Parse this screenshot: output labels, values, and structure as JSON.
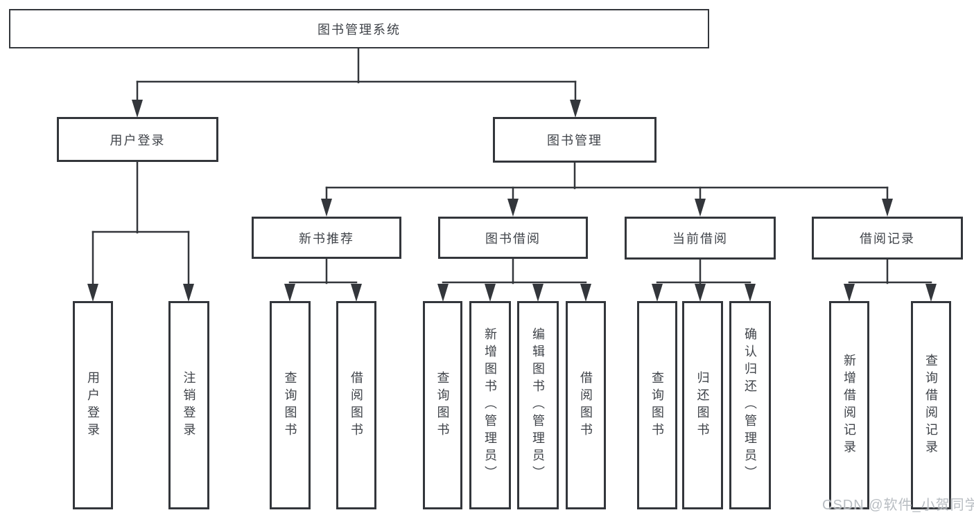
{
  "diagram_type": "tree",
  "root": {
    "label": "图书管理系统"
  },
  "branches": [
    {
      "label": "用户登录",
      "leaves": [
        {
          "label": "用户登录"
        },
        {
          "label": "注销登录"
        }
      ]
    },
    {
      "label": "图书管理",
      "sections": [
        {
          "label": "新书推荐",
          "leaves": [
            {
              "label": "查询图书"
            },
            {
              "label": "借阅图书"
            }
          ]
        },
        {
          "label": "图书借阅",
          "leaves": [
            {
              "label": "查询图书"
            },
            {
              "label": "新增图书（管理员）"
            },
            {
              "label": "编辑图书（管理员）"
            },
            {
              "label": "借阅图书"
            }
          ]
        },
        {
          "label": "当前借阅",
          "leaves": [
            {
              "label": "查询图书"
            },
            {
              "label": "归还图书"
            },
            {
              "label": "确认归还（管理员）"
            }
          ]
        },
        {
          "label": "借阅记录",
          "leaves": [
            {
              "label": "新增借阅记录"
            },
            {
              "label": "查询借阅记录"
            }
          ]
        }
      ]
    }
  ],
  "watermark": "CSDN @软件_小贺同学",
  "colors": {
    "line": "#33363b",
    "box_border": "#33363b",
    "text": "#3f4349",
    "watermark": "#b2b7bd",
    "background": "#ffffff"
  }
}
